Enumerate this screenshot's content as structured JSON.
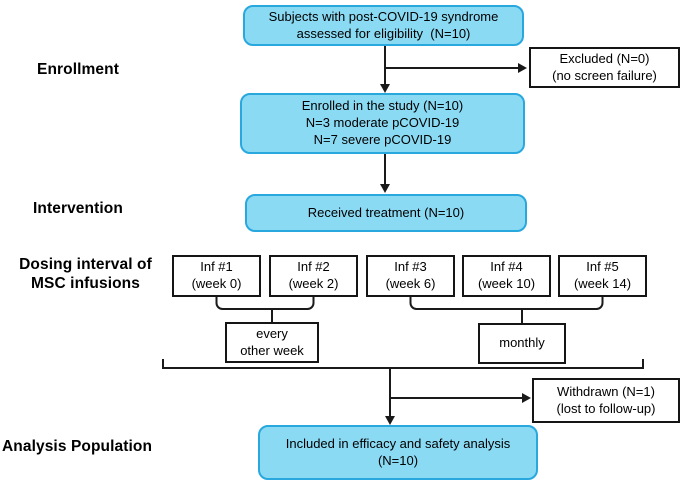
{
  "diagram": {
    "stage_labels": {
      "enrollment": "Enrollment",
      "intervention": "Intervention",
      "dosing_line1": "Dosing interval of",
      "dosing_line2": "MSC infusions",
      "analysis": "Analysis Population"
    },
    "boxes": {
      "eligibility": {
        "line1": "Subjects with post-COVID-19 syndrome",
        "line2": "assessed for eligibility  (N=10)"
      },
      "excluded": {
        "line1": "Excluded (N=0)",
        "line2": "(no screen failure)"
      },
      "enrolled": {
        "line1": "Enrolled in the study (N=10)",
        "line2": "N=3 moderate pCOVID-19",
        "line3": "N=7 severe pCOVID-19"
      },
      "treatment": {
        "line1": "Received treatment (N=10)"
      },
      "infusions": [
        {
          "line1": "Inf #1",
          "line2": "(week 0)"
        },
        {
          "line1": "Inf #2",
          "line2": "(week 2)"
        },
        {
          "line1": "Inf #3",
          "line2": "(week 6)"
        },
        {
          "line1": "Inf #4",
          "line2": "(week 10)"
        },
        {
          "line1": "Inf #5",
          "line2": "(week 14)"
        }
      ],
      "interval_biweekly": {
        "line1": "every",
        "line2": "other week"
      },
      "interval_monthly": {
        "line1": "monthly"
      },
      "withdrawn": {
        "line1": "Withdrawn (N=1)",
        "line2": "(lost to follow-up)"
      },
      "analysis": {
        "line1": "Included in efficacy and safety analysis",
        "line2": "(N=10)"
      }
    },
    "colors": {
      "highlight_fill": "#8bdaf4",
      "highlight_border": "#29a8de",
      "line_color": "#1a1a1a"
    }
  }
}
